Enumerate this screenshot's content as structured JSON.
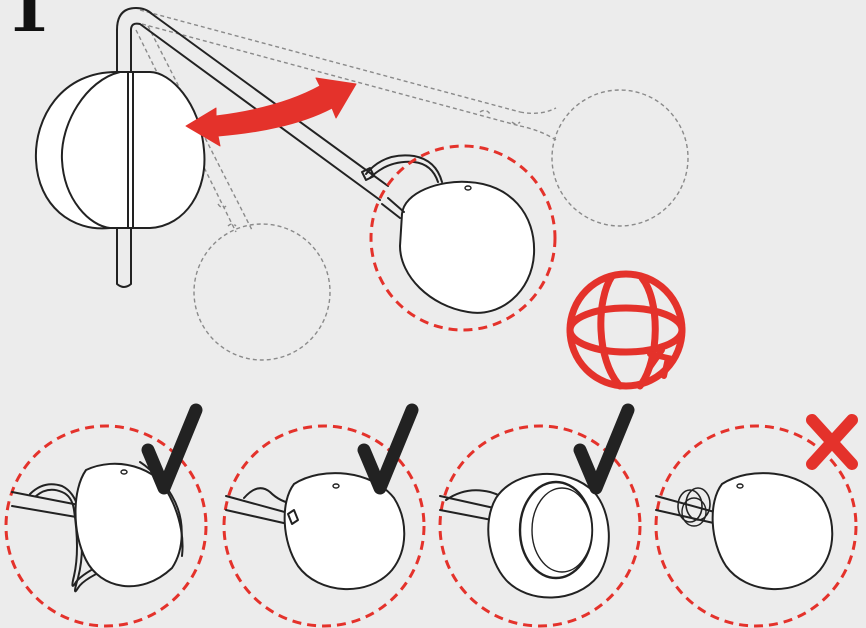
{
  "diagram": {
    "step_number": "1",
    "colors": {
      "accent_red": "#e4322b",
      "line": "#222222",
      "ghost": "#8a8a8a",
      "background": "#ececec",
      "fill": "#ffffff"
    },
    "icons": [
      "rotate-arrow-icon",
      "rotate-sphere-icon",
      "check-icon",
      "cross-icon"
    ],
    "variants": [
      {
        "id": "cord-looped-behind-shade",
        "status": "correct",
        "icon": "check-icon"
      },
      {
        "id": "cord-short-loop",
        "status": "correct",
        "icon": "check-icon"
      },
      {
        "id": "shade-rotated-open",
        "status": "correct",
        "icon": "check-icon"
      },
      {
        "id": "cord-knotted",
        "status": "incorrect",
        "icon": "cross-icon"
      }
    ]
  }
}
